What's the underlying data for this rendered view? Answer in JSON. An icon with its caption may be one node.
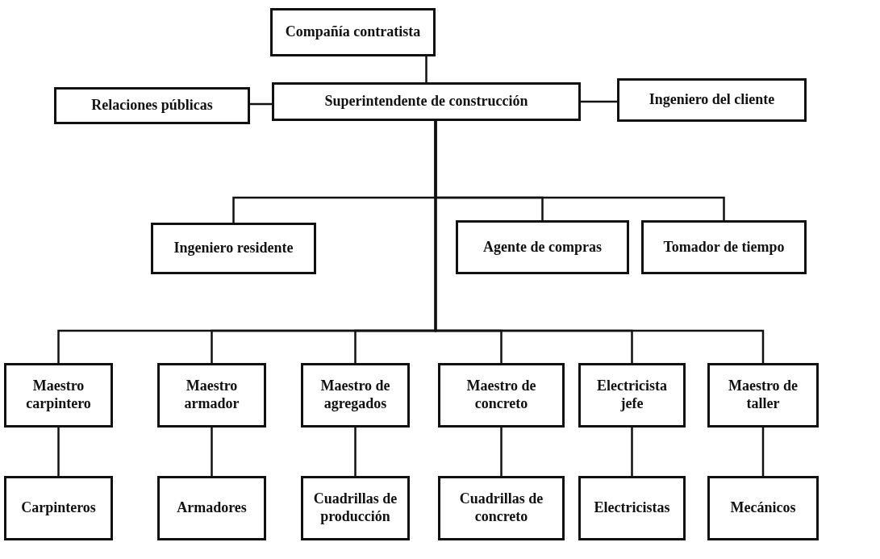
{
  "diagram": {
    "nodes": [
      {
        "text": [
          "Compañía contratista"
        ]
      },
      {
        "text": [
          "Relaciones públicas"
        ]
      },
      {
        "text": [
          "Superintendente de construcción"
        ]
      },
      {
        "text": [
          "Ingeniero del cliente"
        ]
      },
      {
        "text": [
          "Ingeniero residente"
        ]
      },
      {
        "text": [
          "Agente de compras"
        ]
      },
      {
        "text": [
          "Tomador de tiempo"
        ]
      },
      {
        "text": [
          "Maestro carpintero"
        ]
      },
      {
        "text": [
          "Maestro armador"
        ]
      },
      {
        "text": [
          "Maestro de agregados"
        ]
      },
      {
        "text": [
          "Maestro de concreto"
        ]
      },
      {
        "text": [
          "Electricista jefe"
        ]
      },
      {
        "text": [
          "Maestro de taller"
        ]
      },
      {
        "text": [
          "Carpinteros"
        ]
      },
      {
        "text": [
          "Armadores"
        ]
      },
      {
        "text": [
          "Cuadrillas de producción"
        ]
      },
      {
        "text": [
          "Cuadrillas de concreto"
        ]
      },
      {
        "text": [
          "Electricistas"
        ]
      },
      {
        "text": [
          "Mecánicos"
        ]
      }
    ],
    "edges": [
      {
        "from": 0,
        "to": 2,
        "arrow": "none"
      },
      {
        "from": 1,
        "to": 2,
        "arrow": "none"
      },
      {
        "from": 2,
        "to": 3,
        "arrow": "none"
      },
      {
        "from": 2,
        "to": 4,
        "arrow": "none"
      },
      {
        "from": 2,
        "to": 5,
        "arrow": "none"
      },
      {
        "from": 2,
        "to": 6,
        "arrow": "none"
      },
      {
        "from": 2,
        "to": 7,
        "arrow": "none"
      },
      {
        "from": 2,
        "to": 8,
        "arrow": "none"
      },
      {
        "from": 2,
        "to": 9,
        "arrow": "none"
      },
      {
        "from": 2,
        "to": 10,
        "arrow": "none"
      },
      {
        "from": 2,
        "to": 11,
        "arrow": "none"
      },
      {
        "from": 2,
        "to": 12,
        "arrow": "none"
      },
      {
        "from": 7,
        "to": 13,
        "arrow": "none"
      },
      {
        "from": 8,
        "to": 14,
        "arrow": "none"
      },
      {
        "from": 9,
        "to": 15,
        "arrow": "none"
      },
      {
        "from": 10,
        "to": 16,
        "arrow": "none"
      },
      {
        "from": 11,
        "to": 17,
        "arrow": "none"
      },
      {
        "from": 12,
        "to": 18,
        "arrow": "none"
      }
    ]
  }
}
